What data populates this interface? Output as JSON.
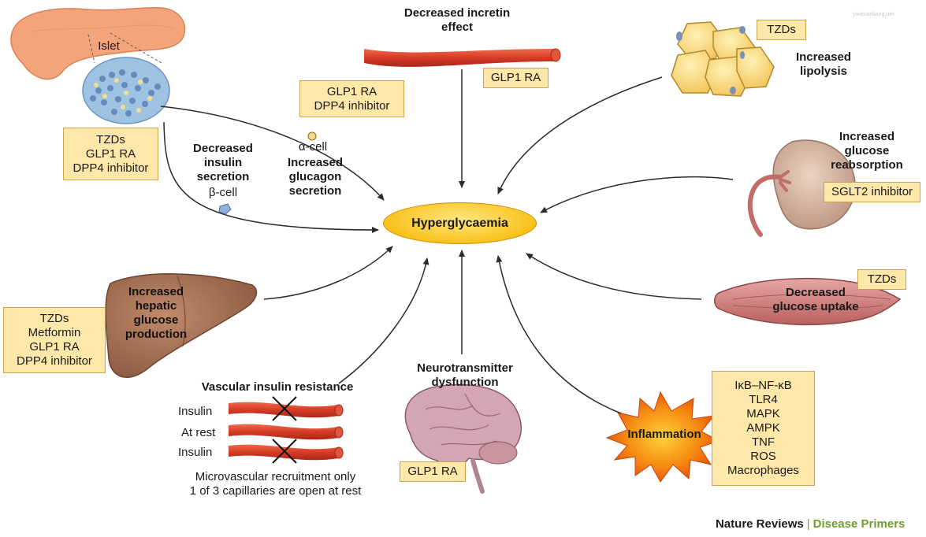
{
  "center": {
    "label": "Hyperglycaemia"
  },
  "pancreas": {
    "islet_label": "Islet",
    "drugs": [
      "TZDs",
      "GLP1 RA",
      "DPP4 inhibitor"
    ],
    "insulin_label": [
      "Decreased",
      "insulin",
      "secretion"
    ],
    "beta_cell": "β-cell",
    "alpha_cell": "α-cell",
    "glucagon_label": [
      "Increased",
      "glucagon",
      "secretion"
    ],
    "glucagon_drugs": [
      "GLP1 RA",
      "DPP4 inhibitor"
    ]
  },
  "incretin": {
    "title": [
      "Decreased incretin",
      "effect"
    ],
    "drug": "GLP1 RA"
  },
  "lipolysis": {
    "title": [
      "Increased",
      "lipolysis"
    ],
    "drug": "TZDs"
  },
  "kidney": {
    "title": [
      "Increased",
      "glucose",
      "reabsorption"
    ],
    "drug": "SGLT2 inhibitor"
  },
  "liver": {
    "title": [
      "Increased",
      "hepatic",
      "glucose",
      "production"
    ],
    "drugs": [
      "TZDs",
      "Metformin",
      "GLP1 RA",
      "DPP4 inhibitor"
    ]
  },
  "muscle": {
    "title": [
      "Decreased",
      "glucose uptake"
    ],
    "drug": "TZDs"
  },
  "vascular": {
    "title": "Vascular insulin resistance",
    "rows": [
      "Insulin",
      "At rest",
      "Insulin"
    ],
    "caption": [
      "Microvascular recruitment only",
      "1 of 3 capillaries are open at rest"
    ]
  },
  "brain": {
    "title": [
      "Neurotransmitter",
      "dysfunction"
    ],
    "drug": "GLP1 RA"
  },
  "inflammation": {
    "label": "Inflammation",
    "factors": [
      "IκB–NF-κB",
      "TLR4",
      "MAPK",
      "AMPK",
      "TNF",
      "ROS",
      "Macrophages"
    ]
  },
  "footer": {
    "journal": "Nature Reviews",
    "separator": "|",
    "series": "Disease Primers"
  },
  "watermark": "yixiecankang.net",
  "colors": {
    "drug_box": "#fde7a9",
    "center": "#f9c21b",
    "vessel": "#d9432c",
    "brand_green": "#6f9d2c"
  }
}
